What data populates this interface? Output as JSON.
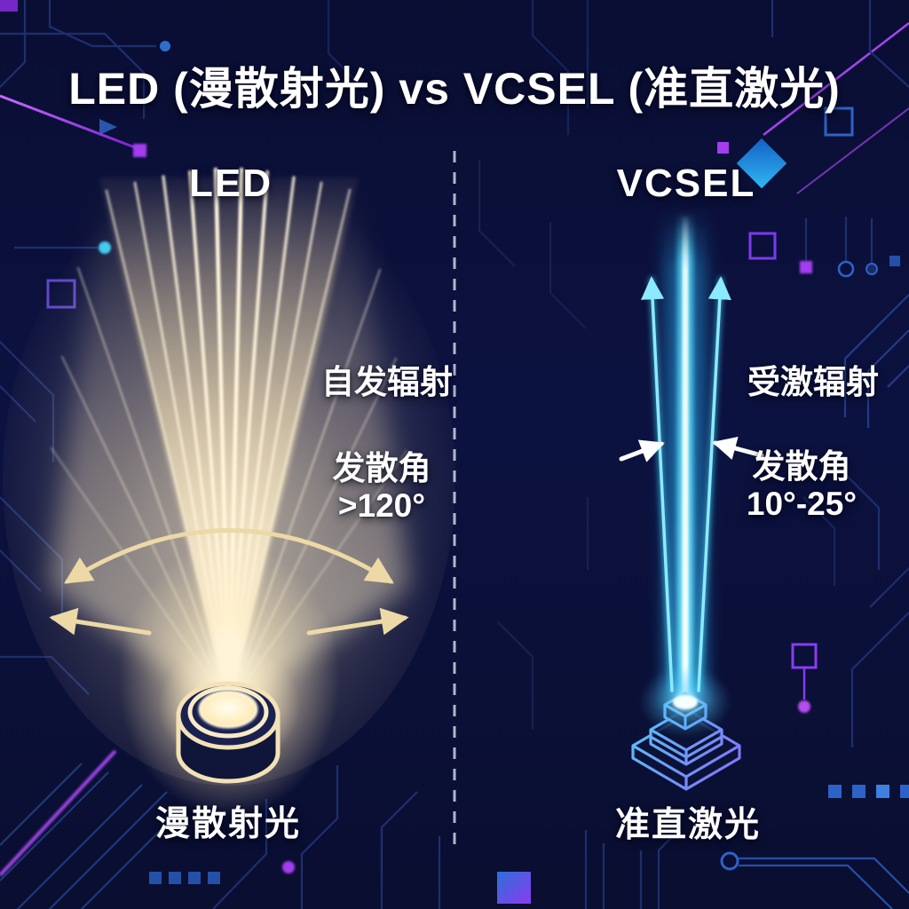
{
  "title": "LED (漫散射光) vs VCSEL (准直激光)",
  "led_panel": {
    "header": "LED",
    "emission_type_label": "自发辐射",
    "divergence_title": "发散角",
    "divergence_value": ">120°",
    "caption": "漫散射光"
  },
  "vcsel_panel": {
    "header": "VCSEL",
    "emission_type_label": "受激辐射",
    "divergence_title": "发散角",
    "divergence_value": "10°-25°",
    "caption": "准直激光"
  },
  "colors": {
    "background": "#0b1038",
    "text": "#ffffff",
    "divider": "#ccd4e6",
    "led_glow": "#ffe9b8",
    "led_arrow": "#ecd9a6",
    "vcsel_beam_core": "#eefdff",
    "vcsel_beam": "#45d4f7",
    "vcsel_arrow": "#8ce9ff",
    "pointer_arrow": "#ffffff",
    "circuit_blue": "#1d2f6e",
    "circuit_bright_blue": "#2d62c8",
    "circuit_purple": "#a43df0"
  }
}
